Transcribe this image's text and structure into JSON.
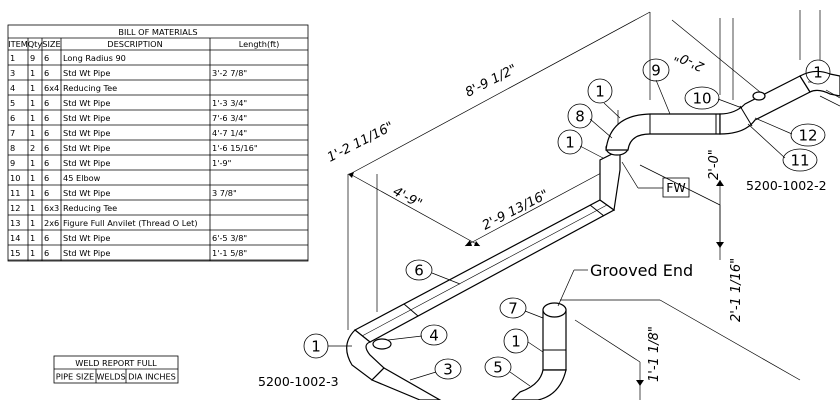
{
  "bom": {
    "title": "BILL OF MATERIALS",
    "headers": [
      "ITEM",
      "Qty",
      "SIZE",
      "DESCRIPTION",
      "Length(ft)"
    ],
    "rows": [
      [
        "1",
        "9",
        "6",
        "Long Radius 90",
        ""
      ],
      [
        "3",
        "1",
        "6",
        "Std Wt Pipe",
        "3'-2 7/8\""
      ],
      [
        "4",
        "1",
        "6x4",
        "Reducing Tee",
        ""
      ],
      [
        "5",
        "1",
        "6",
        "Std Wt Pipe",
        "1'-3 3/4\""
      ],
      [
        "6",
        "1",
        "6",
        "Std Wt Pipe",
        "7'-6 3/4\""
      ],
      [
        "7",
        "1",
        "6",
        "Std Wt Pipe",
        "4'-7 1/4\""
      ],
      [
        "8",
        "2",
        "6",
        "Std Wt Pipe",
        "1'-6 15/16\""
      ],
      [
        "9",
        "1",
        "6",
        "Std Wt Pipe",
        "1'-9\""
      ],
      [
        "10",
        "1",
        "6",
        "45 Elbow",
        ""
      ],
      [
        "11",
        "1",
        "6",
        "Std Wt Pipe",
        "3 7/8\""
      ],
      [
        "12",
        "1",
        "6x3",
        "Reducing Tee",
        ""
      ],
      [
        "13",
        "1",
        "2x6",
        "Figure Full Anvilet (Thread O Let)",
        ""
      ],
      [
        "14",
        "1",
        "6",
        "Std Wt Pipe",
        "6'-5 3/8\""
      ],
      [
        "15",
        "1",
        "6",
        "Std Wt Pipe",
        "1'-1 5/8\""
      ]
    ]
  },
  "weld_report": {
    "title": "WELD REPORT FULL",
    "headers": [
      "PIPE SIZE",
      "WELDS",
      "DIA INCHES"
    ]
  },
  "drawing": {
    "dim_1_2_11_16": "1'-2 11/16\"",
    "dim_8_9_1_2": "8'-9 1/2\"",
    "dim_4_9": "4'-9\"",
    "dim_2_9_13_16": "2'-9 13/16\"",
    "dim_2_0_right": "2'-0\"",
    "dim_2_0_top": "2'-0\"",
    "dim_2_1_1_16": "2'-1 1/16\"",
    "dim_1_1_8": "1'-1 1/8\"",
    "grooved_end": "Grooved End",
    "fw": "FW",
    "ref_left": "5200-1002-3",
    "ref_right": "5200-1002-2",
    "callouts": {
      "c1_a": "1",
      "c1_b": "1",
      "c1_c": "1",
      "c1_d": "1",
      "c1_e": "1",
      "c3": "3",
      "c4": "4",
      "c5": "5",
      "c6": "6",
      "c7": "7",
      "c8": "8",
      "c9": "9",
      "c10": "10",
      "c11": "11",
      "c12": "12"
    }
  }
}
